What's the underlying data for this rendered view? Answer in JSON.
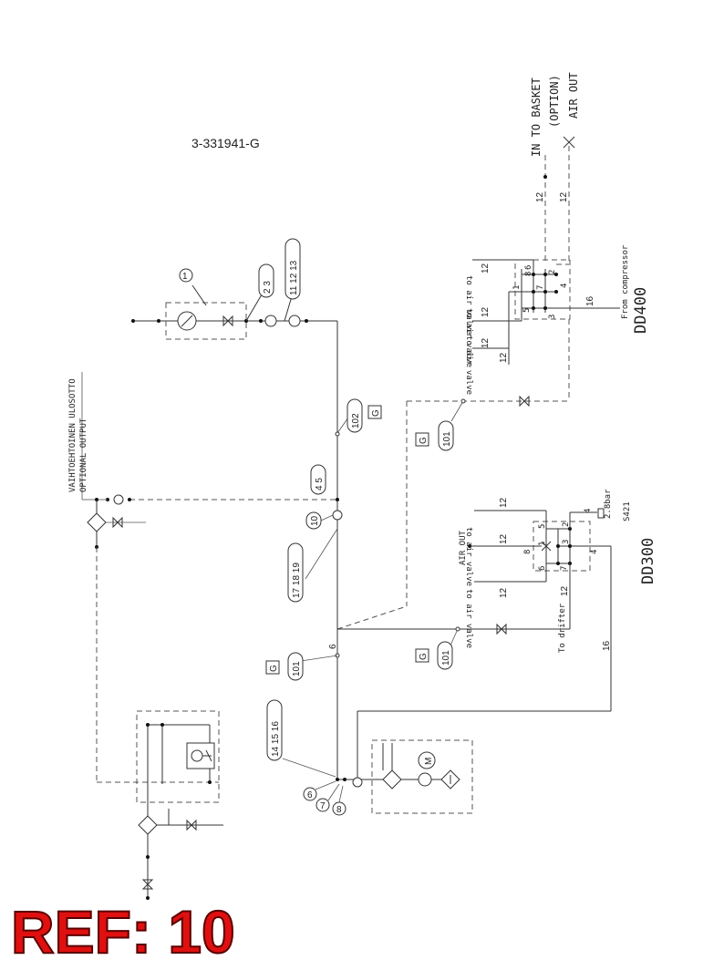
{
  "drawing_number": "3-331941-G",
  "ref_label": "REF: 10",
  "dd400": {
    "title": "DD400",
    "from_compressor": "From compressor",
    "port_labels": [
      "1",
      "8",
      "6",
      "2",
      "5",
      "7",
      "4",
      "3"
    ],
    "valve_labels": [
      "to air valve",
      "to air valve",
      "to air valve"
    ],
    "line_sizes": [
      "12",
      "12",
      "12",
      "12",
      "16"
    ]
  },
  "dd300": {
    "title": "DD300",
    "air_out": "AIR OUT",
    "to_drifter": "To drifter",
    "pressure": "2.8bar",
    "sensor": "S421",
    "port_labels": [
      "5",
      "2",
      "1",
      "8",
      "3",
      "4",
      "6",
      "7",
      "4"
    ],
    "valve_labels": [
      "to air valve",
      "to air valve"
    ],
    "line_sizes": [
      "12",
      "12",
      "12",
      "12",
      "16"
    ]
  },
  "basket": {
    "in_to_basket": "IN TO BASKET",
    "option": "(OPTION)",
    "air_out": "AIR OUT",
    "line_sizes": [
      "12",
      "12"
    ]
  },
  "optional_output": {
    "fi": "VAIHTOEHTOINEN ULOSOTTO",
    "en": "OPTIONAL OUTPUT"
  },
  "callouts": {
    "c1": "1",
    "c2": "2",
    "c3": "3",
    "c11": "11",
    "c12": "12",
    "c13": "13",
    "c102": "102",
    "c101a": "101",
    "c101b": "101",
    "c101c": "101",
    "c4": "4",
    "c5": "5",
    "c10": "10",
    "c17": "17",
    "c18": "18",
    "c19": "19",
    "c14": "14",
    "c15": "15",
    "c16": "16",
    "c6": "6",
    "c7": "7",
    "c8": "8"
  },
  "group_tag": "G",
  "line_6": "6",
  "motor": "M"
}
